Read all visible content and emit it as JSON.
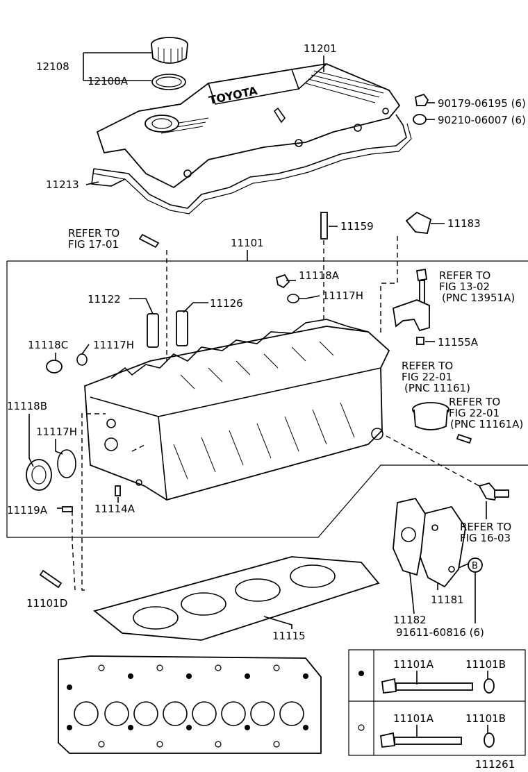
{
  "figure_code": "111261",
  "labels": {
    "l12108": "12108",
    "l12108A": "12108A",
    "l11201": "11201",
    "l90179": "90179-06195 (6)",
    "l90210": "90210-06007 (6)",
    "l11213": "11213",
    "l11159": "11159",
    "l11183": "11183",
    "l11101": "11101",
    "l11118A": "11118A",
    "l11117H_top": "11117H",
    "l11122": "11122",
    "l11126": "11126",
    "l11155A": "11155A",
    "l11118C": "11118C",
    "l11117H_mid": "11117H",
    "l11118B": "11118B",
    "l11117H_low": "11117H",
    "l11119A": "11119A",
    "l11114A": "11114A",
    "l11101D": "11101D",
    "l11115": "11115",
    "l11182": "11182",
    "l11181": "11181",
    "l91611": "91611-60816 (6)",
    "l11101A_1": "11101A",
    "l11101B_1": "11101B",
    "l11101A_2": "11101A",
    "l11101B_2": "11101B",
    "circle_b": "B",
    "brand": "TOYOTA"
  },
  "refs": {
    "r17_1": "REFER TO",
    "r17_2": "FIG 17-01",
    "r13_1": "REFER TO",
    "r13_2": "FIG 13-02",
    "r13_3": "(PNC 13951A)",
    "r22a_1": "REFER TO",
    "r22a_2": "FIG 22-01",
    "r22a_3": "(PNC 11161)",
    "r22b_1": "REFER TO",
    "r22b_2": "FIG 22-01",
    "r22b_3": "(PNC 11161A)",
    "r16_1": "REFER TO",
    "r16_2": "FIG 16-03"
  }
}
